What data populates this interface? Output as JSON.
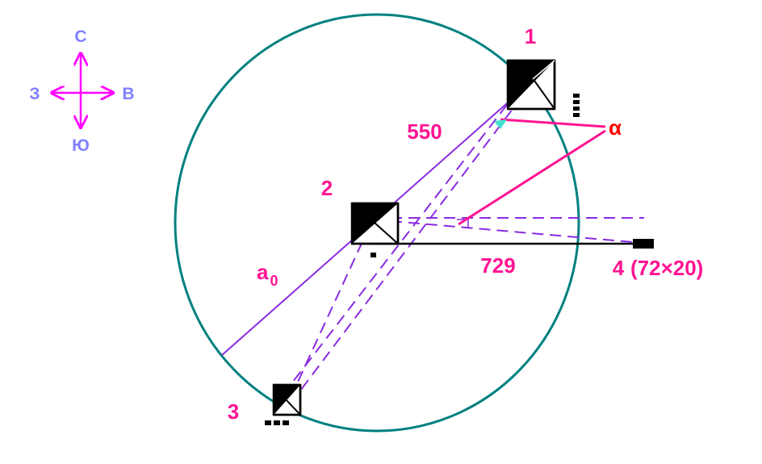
{
  "compass": {
    "north": "С",
    "south": "Ю",
    "west": "З",
    "east": "В",
    "label_color": "#8080ff",
    "arrow_color": "#ff00ff"
  },
  "labels": {
    "point1": "1",
    "point2": "2",
    "point3": "3",
    "point4": "4",
    "point4_size": "(72×20)",
    "distance_550": "550",
    "distance_729": "729",
    "a0": "a",
    "a0_sub": "0",
    "alpha": "α"
  },
  "colors": {
    "circle": "#008080",
    "accent": "#ff1493",
    "violet": "#8a2be2",
    "black": "#000000"
  }
}
